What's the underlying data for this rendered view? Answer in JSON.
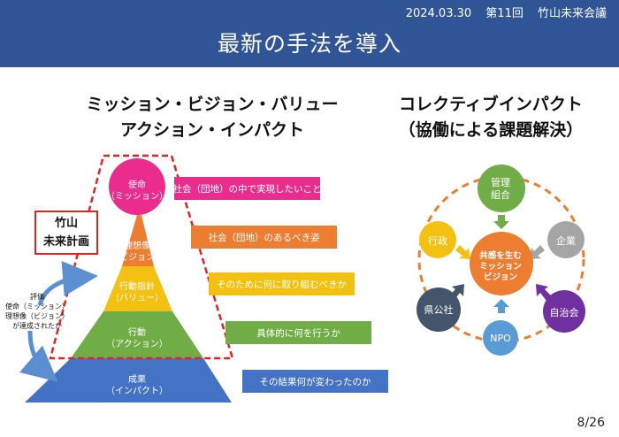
{
  "header": {
    "date": "2024.03.30",
    "session": "第11回",
    "meeting": "竹山未来会議",
    "title": "最新の手法を導入"
  },
  "left_section": {
    "heading_line1": "ミッション・ビジョン・バリュー",
    "heading_line2": "アクション・インパクト",
    "pyramid_levels": [
      {
        "line1": "使命",
        "line2": "（ミッション）",
        "note": "社会（団地）の中で実現したいこと",
        "color": "#ea2d8d"
      },
      {
        "line1": "理想像",
        "line2": "（ビジョン）",
        "note": "社会（団地）のあるべき姿",
        "color": "#ed7d31"
      },
      {
        "line1": "行動指針",
        "line2": "（バリュー）",
        "note": "そのために何に取り組むべきか",
        "color": "#f3c112"
      },
      {
        "line1": "行動",
        "line2": "（アクション）",
        "note": "具体的に何を行うか",
        "color": "#70ad47"
      },
      {
        "line1": "成果",
        "line2": "（インパクト）",
        "note": "その結果何が変わったのか",
        "color": "#4472c4"
      }
    ],
    "plan_label_line1": "竹山",
    "plan_label_line2": "未来計画",
    "evaluation_line1": "評価",
    "evaluation_line2": "使命（ミッション）",
    "evaluation_line3": "理想像（ビジョン）",
    "evaluation_line4": "が達成されたか"
  },
  "right_section": {
    "heading_line1": "コレクティブインパクト",
    "heading_line2": "（協働による課題解決）",
    "center_line1": "共感を生む",
    "center_line2": "ミッション",
    "center_line3": "ビジョン",
    "kanri_line1": "管理",
    "kanri_line2": "組合",
    "gyosei": "行政",
    "kigyo": "企業",
    "kenkosha": "県公社",
    "jichikai": "自治会",
    "npo": "NPO",
    "colors": {
      "kanri": "#70ad47",
      "center": "#ed7d31",
      "gyosei": "#f3c112",
      "kigyo": "#a5a5a5",
      "kenkosha": "#44546a",
      "jichikai": "#7030a0",
      "npo": "#5b9bd5",
      "ring": "#ed7d31"
    }
  },
  "footer": {
    "page": "8/26"
  }
}
